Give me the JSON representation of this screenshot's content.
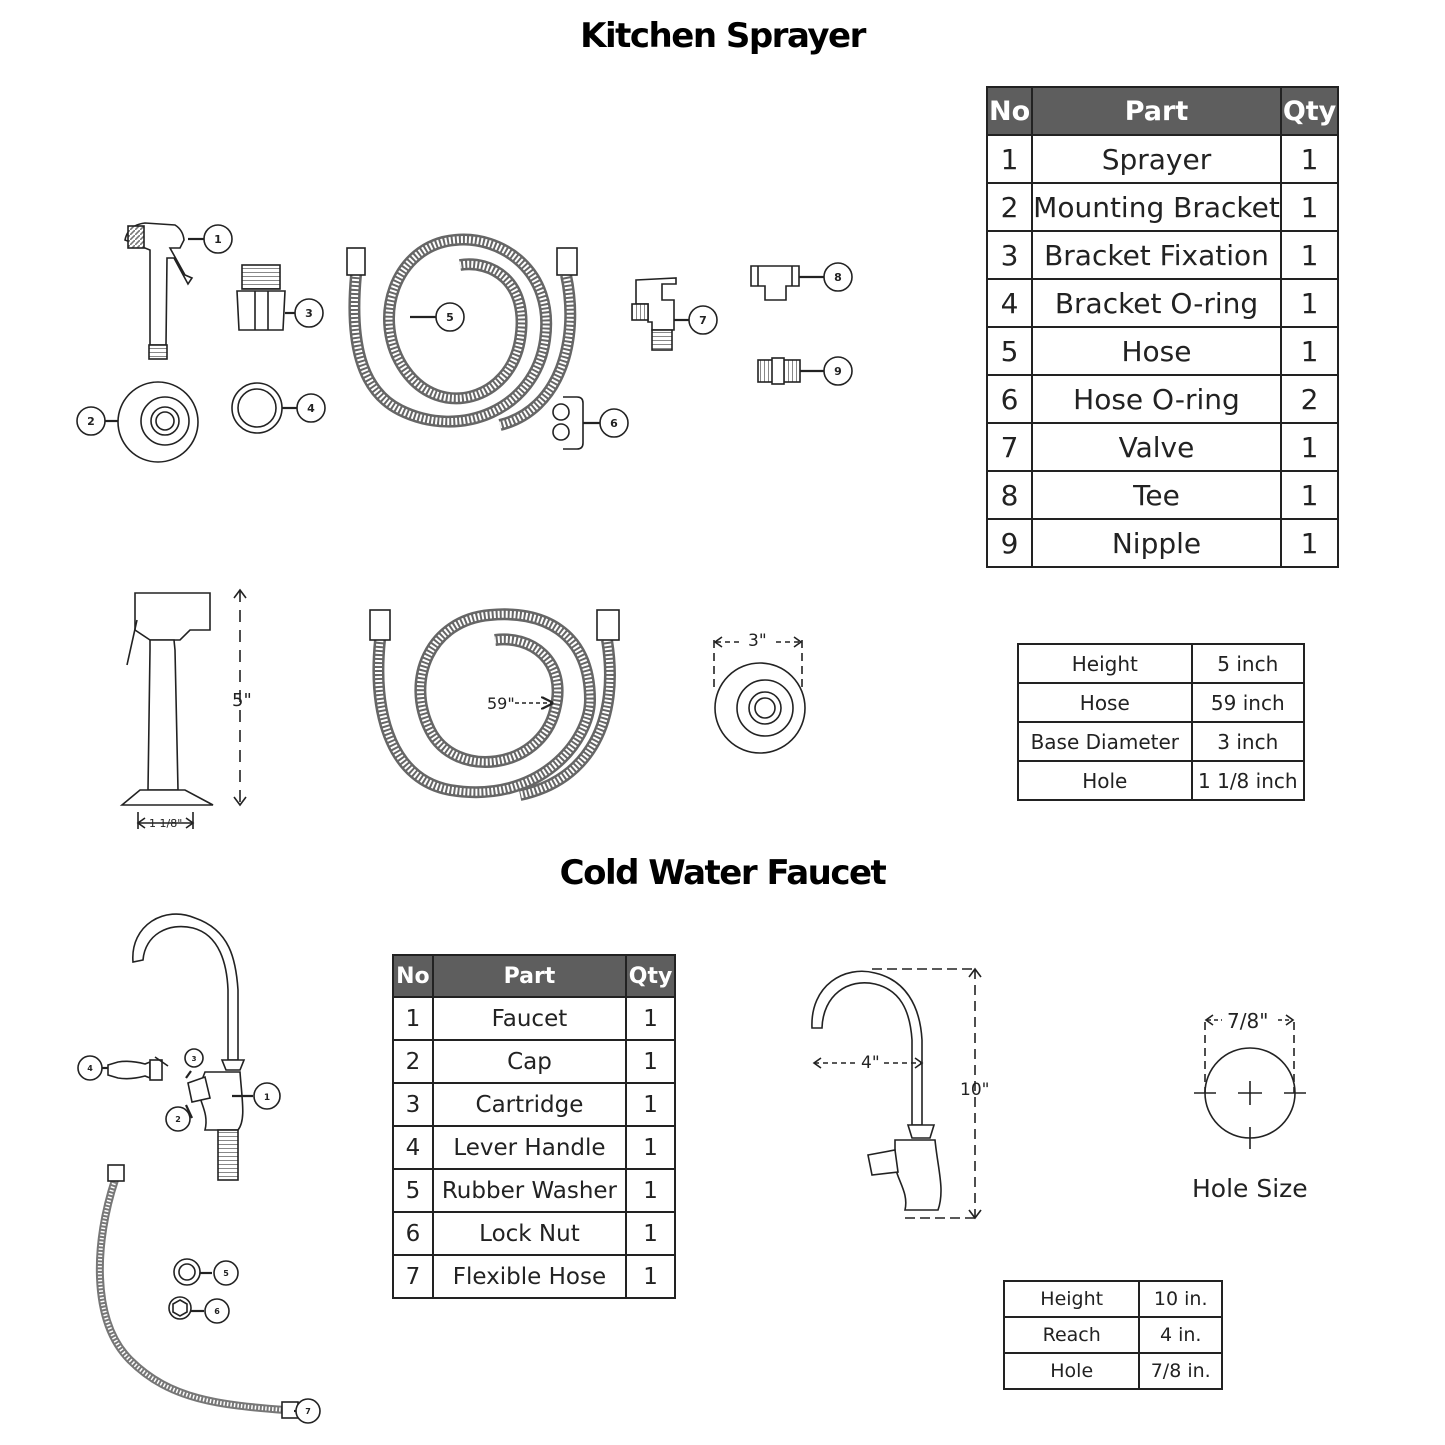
{
  "sections": {
    "kitchen_sprayer_title": "Kitchen Sprayer",
    "cold_water_faucet_title": "Cold Water Faucet"
  },
  "kitchen_sprayer_parts": {
    "headers": [
      "No",
      "Part",
      "Qty"
    ],
    "rows": [
      [
        "1",
        "Sprayer",
        "1"
      ],
      [
        "2",
        "Mounting Bracket",
        "1"
      ],
      [
        "3",
        "Bracket Fixation",
        "1"
      ],
      [
        "4",
        "Bracket O-ring",
        "1"
      ],
      [
        "5",
        "Hose",
        "1"
      ],
      [
        "6",
        "Hose O-ring",
        "2"
      ],
      [
        "7",
        "Valve",
        "1"
      ],
      [
        "8",
        "Tee",
        "1"
      ],
      [
        "9",
        "Nipple",
        "1"
      ]
    ]
  },
  "kitchen_sprayer_dims": {
    "rows": [
      [
        "Height",
        "5 inch"
      ],
      [
        "Hose",
        "59 inch"
      ],
      [
        "Base Diameter",
        "3 inch"
      ],
      [
        "Hole",
        "1 1/8 inch"
      ]
    ]
  },
  "kitchen_sprayer_callouts": [
    "1",
    "2",
    "3",
    "4",
    "5",
    "6",
    "7",
    "8",
    "9"
  ],
  "kitchen_sprayer_dim_labels": {
    "height": "5\"",
    "hole": "1 1/8\"",
    "hose": "59\"",
    "base": "3\""
  },
  "cold_water_parts": {
    "headers": [
      "No",
      "Part",
      "Qty"
    ],
    "rows": [
      [
        "1",
        "Faucet",
        "1"
      ],
      [
        "2",
        "Cap",
        "1"
      ],
      [
        "3",
        "Cartridge",
        "1"
      ],
      [
        "4",
        "Lever Handle",
        "1"
      ],
      [
        "5",
        "Rubber Washer",
        "1"
      ],
      [
        "6",
        "Lock Nut",
        "1"
      ],
      [
        "7",
        "Flexible Hose",
        "1"
      ]
    ]
  },
  "cold_water_dims": {
    "rows": [
      [
        "Height",
        "10 in."
      ],
      [
        "Reach",
        "4 in."
      ],
      [
        "Hole",
        "7/8 in."
      ]
    ]
  },
  "cold_water_callouts": [
    "1",
    "2",
    "3",
    "4",
    "5",
    "6",
    "7"
  ],
  "cold_water_dim_labels": {
    "reach": "4\"",
    "height": "10\"",
    "hole": "7/8\"",
    "hole_size": "Hole Size"
  }
}
